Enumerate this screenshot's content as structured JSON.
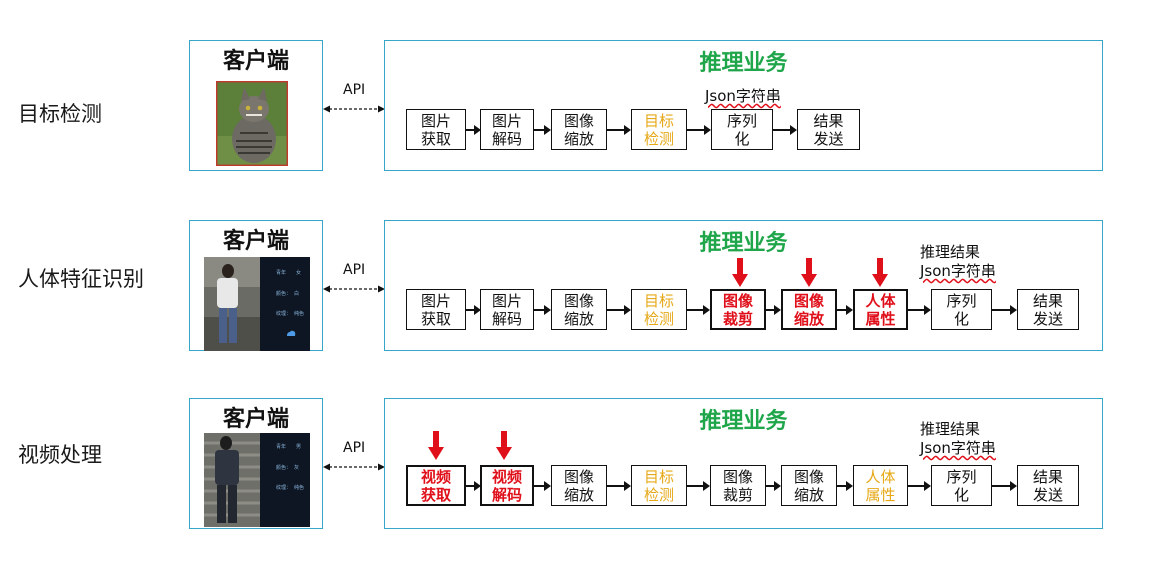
{
  "rows": [
    {
      "label": "目标检测",
      "client_title": "客户端",
      "api": "API",
      "service_title": "推理业务",
      "note": "Json字符串",
      "steps": [
        {
          "text": "图片\n获取",
          "style": "normal"
        },
        {
          "text": "图片\n解码",
          "style": "normal"
        },
        {
          "text": "图像\n缩放",
          "style": "normal"
        },
        {
          "text": "目标\n检测",
          "style": "yellow"
        },
        {
          "text": "序列\n化",
          "style": "normal"
        },
        {
          "text": "结果\n发送",
          "style": "normal"
        }
      ]
    },
    {
      "label": "人体特征识别",
      "client_title": "客户端",
      "api": "API",
      "service_title": "推理业务",
      "note_line1": "推理结果",
      "note_line2": "Json字符串",
      "attr_labels": [
        "青年",
        "女",
        "颜色：",
        "白",
        "纹理：",
        "纯色"
      ],
      "steps": [
        {
          "text": "图片\n获取",
          "style": "normal"
        },
        {
          "text": "图片\n解码",
          "style": "normal"
        },
        {
          "text": "图像\n缩放",
          "style": "normal"
        },
        {
          "text": "目标\n检测",
          "style": "yellow"
        },
        {
          "text": "图像\n裁剪",
          "style": "red"
        },
        {
          "text": "图像\n缩放",
          "style": "red"
        },
        {
          "text": "人体\n属性",
          "style": "red"
        },
        {
          "text": "序列\n化",
          "style": "normal"
        },
        {
          "text": "结果\n发送",
          "style": "normal"
        }
      ]
    },
    {
      "label": "视频处理",
      "client_title": "客户端",
      "api": "API",
      "service_title": "推理业务",
      "note_line1": "推理结果",
      "note_line2": "Json字符串",
      "attr_labels": [
        "青年",
        "男",
        "颜色：",
        "灰",
        "纹理：",
        "纯色"
      ],
      "steps": [
        {
          "text": "视频\n获取",
          "style": "red"
        },
        {
          "text": "视频\n解码",
          "style": "red"
        },
        {
          "text": "图像\n缩放",
          "style": "normal"
        },
        {
          "text": "目标\n检测",
          "style": "yellow"
        },
        {
          "text": "图像\n裁剪",
          "style": "normal"
        },
        {
          "text": "图像\n缩放",
          "style": "normal"
        },
        {
          "text": "人体\n属性",
          "style": "yellow"
        },
        {
          "text": "序列\n化",
          "style": "normal"
        },
        {
          "text": "结果\n发送",
          "style": "normal"
        }
      ]
    }
  ],
  "colors": {
    "frame_border": "#37a7c9",
    "title_green": "#1fa64a",
    "highlight_red": "#e0101b",
    "highlight_yellow": "#e6a817"
  },
  "icons": [
    "cat-photo",
    "person-photo",
    "red-down-arrow",
    "dashed-double-arrow"
  ]
}
